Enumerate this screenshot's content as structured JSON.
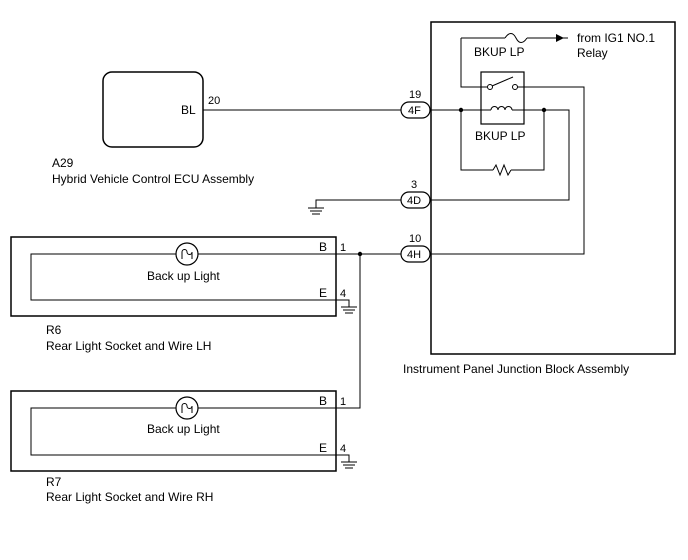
{
  "ecu": {
    "pin_label": "BL",
    "pin_number": "20",
    "code": "A29",
    "name": "Hybrid Vehicle Control ECU Assembly"
  },
  "junction_block": {
    "name": "Instrument Panel Junction Block Assembly",
    "fuse_label": "BKUP LP",
    "relay_label": "BKUP LP",
    "power_source": "from IG1 NO.1",
    "power_source_line2": "Relay",
    "connectors": [
      {
        "pin": "19",
        "code": "4F"
      },
      {
        "pin": "3",
        "code": "4D"
      },
      {
        "pin": "10",
        "code": "4H"
      }
    ]
  },
  "rear_lh": {
    "code": "R6",
    "name": "Rear Light Socket and Wire LH",
    "lamp_label": "Back up Light",
    "pin_b_label": "B",
    "pin_b_number": "1",
    "pin_e_label": "E",
    "pin_e_number": "4"
  },
  "rear_rh": {
    "code": "R7",
    "name": "Rear Light Socket and Wire RH",
    "lamp_label": "Back up Light",
    "pin_b_label": "B",
    "pin_b_number": "1",
    "pin_e_label": "E",
    "pin_e_number": "4"
  }
}
